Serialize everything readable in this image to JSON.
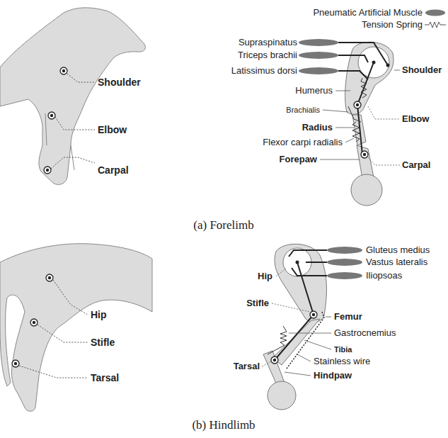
{
  "diagram": {
    "labels": [
      "Shoulder",
      "Elbow",
      "Carpal",
      "Supraspinatus",
      "Triceps brachii",
      "Latissimus dorsi",
      "Shoulder",
      "Humerus",
      "Brachialis",
      "Elbow",
      "Radius",
      "Flexor carpi radialis",
      "Forepaw",
      "Carpal",
      "(a) Forelimb",
      "Gluteus medius",
      "Vastus lateralis",
      "Iliopsoas",
      "Hip",
      "Stifle",
      "Femur",
      "Gastrocnemius",
      "Tibia",
      "Stainless wire",
      "Tarsal",
      "Hindpaw",
      "Hip",
      "Stifle",
      "Tarsal",
      "(b) Hindlimb"
    ],
    "legend": [
      {
        "text": "Pneumatic Artificial Muscle"
      },
      {
        "text": "Tension Spring"
      }
    ]
  }
}
